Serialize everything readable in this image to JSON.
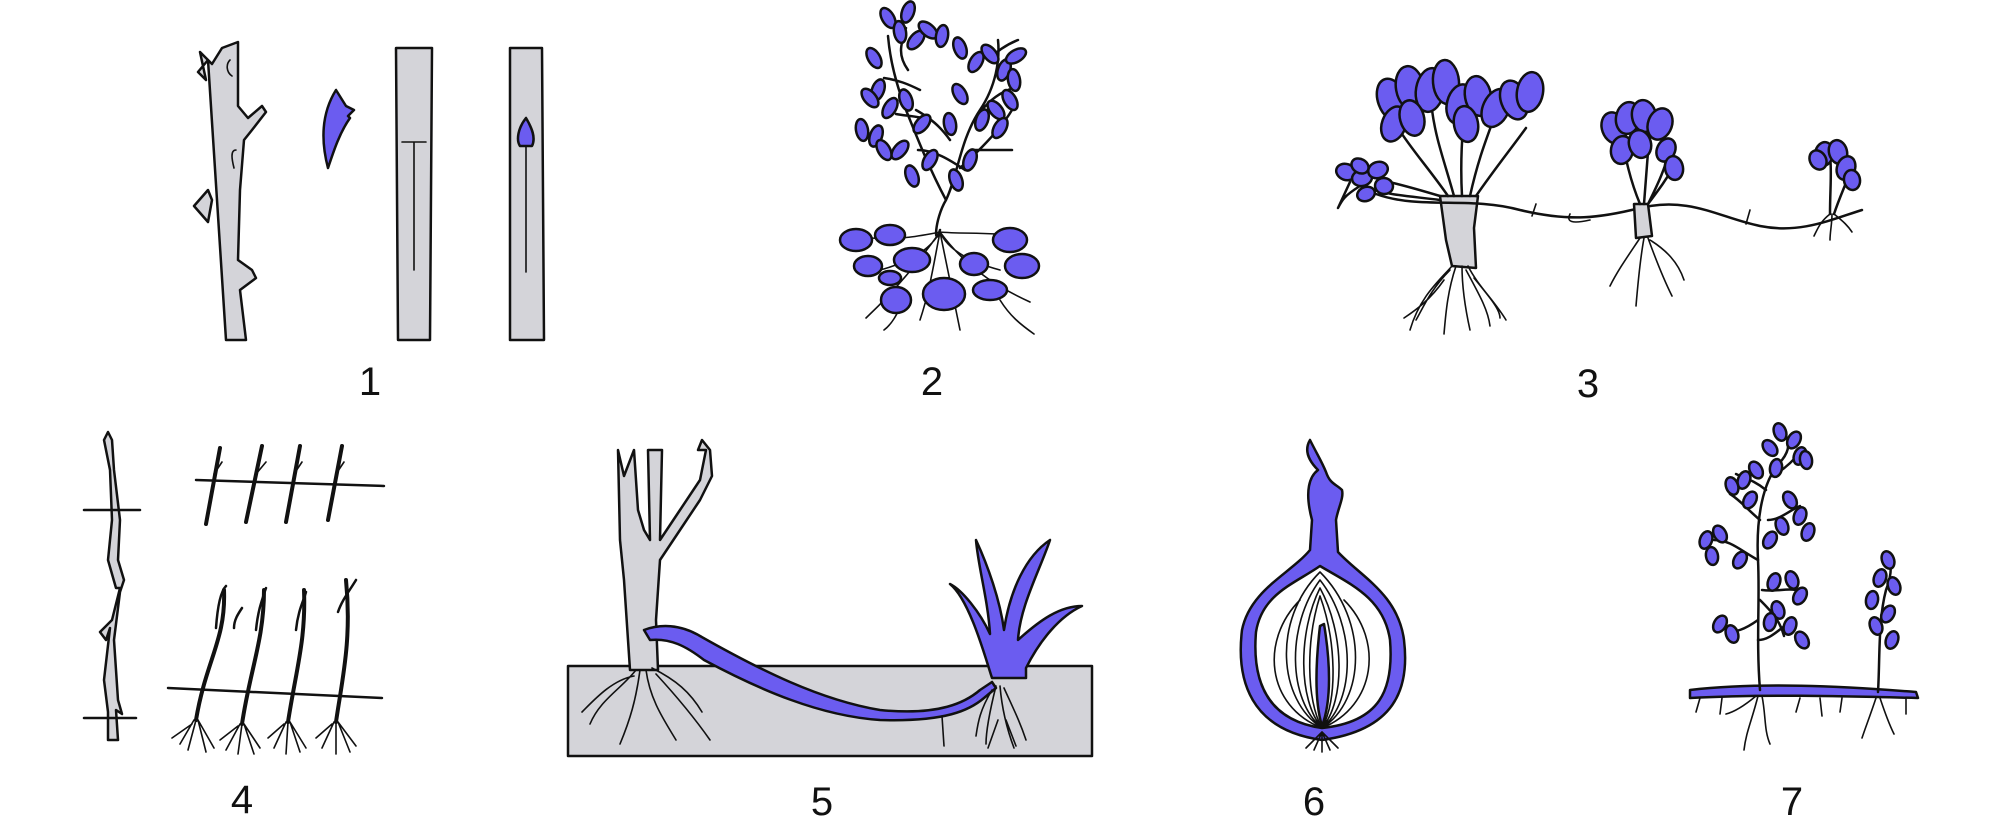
{
  "colors": {
    "accent": "#6b5cf0",
    "stem_fill": "#d4d4d9",
    "outline": "#111111",
    "background": "#ffffff"
  },
  "panels": [
    {
      "id": "1",
      "label": "1"
    },
    {
      "id": "2",
      "label": "2"
    },
    {
      "id": "3",
      "label": "3"
    },
    {
      "id": "4",
      "label": "4"
    },
    {
      "id": "5",
      "label": "5"
    },
    {
      "id": "6",
      "label": "6"
    },
    {
      "id": "7",
      "label": "7"
    }
  ]
}
